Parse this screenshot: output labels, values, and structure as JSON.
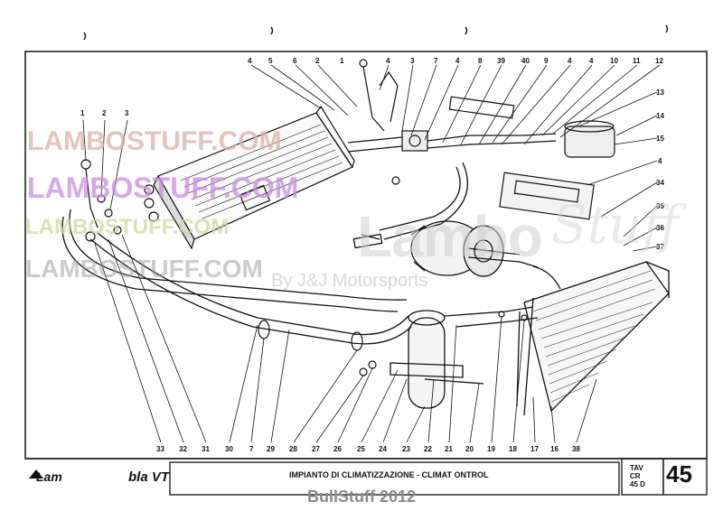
{
  "watermarks": {
    "line1": "LAMBOSTUFF.COM",
    "line2": "LAMBOSTUFF.COM",
    "line3": "LAMBOSTUFF.COM",
    "line4": "LAMBOSTUFF.COM",
    "big": "Lambo",
    "script": "Stuff",
    "byline": "By J&J Motorsports"
  },
  "title_block": {
    "title": "IMPIANTO DI CLIMATIZZAZIONE - CLIMAT  ONTROL",
    "tav_lines": [
      "TAV",
      "CR",
      "45 D"
    ],
    "page_number": "45",
    "logo_left": "Lam",
    "logo_right": "bla VT"
  },
  "footer": "BullStuff 2012",
  "callouts_top": [
    "4",
    "5",
    "6",
    "2",
    "1",
    "4",
    "3",
    "7",
    "4",
    "8",
    "39",
    "40",
    "9",
    "4",
    "4",
    "10",
    "11",
    "12"
  ],
  "callouts_right": [
    "13",
    "14",
    "15",
    "4",
    "34",
    "35",
    "36",
    "37"
  ],
  "callouts_left": [
    "1",
    "2",
    "3"
  ],
  "callouts_bottom": [
    "33",
    "32",
    "31",
    "30",
    "7",
    "29",
    "28",
    "27",
    "26",
    "25",
    "24",
    "23",
    "22",
    "21",
    "20",
    "19",
    "18",
    "17",
    "16",
    "38"
  ],
  "colors": {
    "ink": "#111111",
    "frame": "#222222",
    "footer": "#8a8a8a"
  }
}
